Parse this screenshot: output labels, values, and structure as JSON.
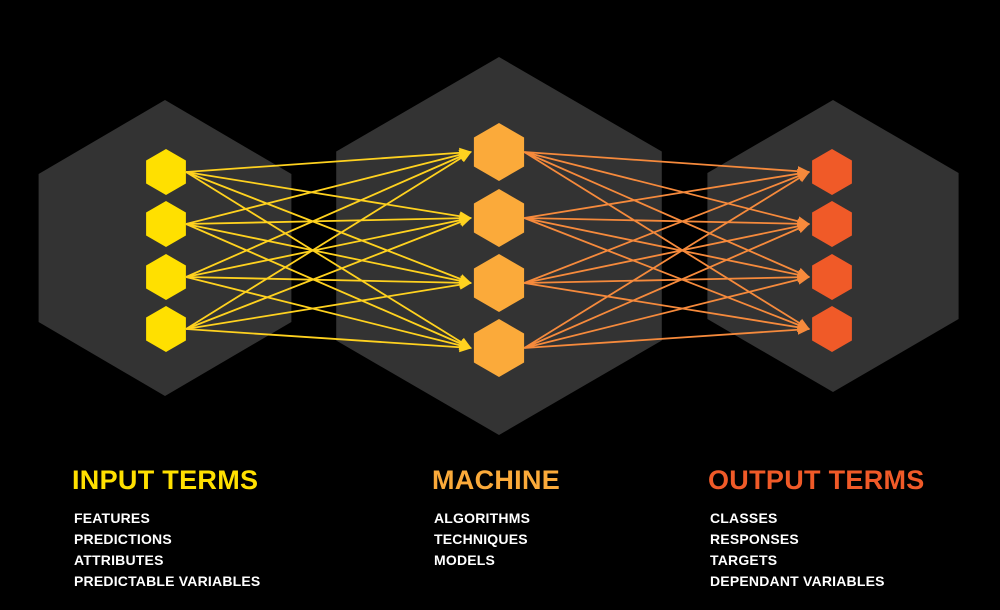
{
  "colors": {
    "background": "#000000",
    "panel": "#333333",
    "input": "#FFE000",
    "machine": "#FBAA3A",
    "output": "#F05A28",
    "edge_input": "#FFD21F",
    "edge_output": "#F68A3C"
  },
  "layers": [
    {
      "id": "input",
      "node_count": 4
    },
    {
      "id": "machine",
      "node_count": 4
    },
    {
      "id": "output",
      "node_count": 4
    }
  ],
  "columns": [
    {
      "id": "input",
      "title": "INPUT TERMS",
      "items": [
        "FEATURES",
        "PREDICTIONS",
        "ATTRIBUTES",
        "PREDICTABLE VARIABLES"
      ]
    },
    {
      "id": "machine",
      "title": "MACHINE",
      "items": [
        "ALGORITHMS",
        "TECHNIQUES",
        "MODELS"
      ]
    },
    {
      "id": "output",
      "title": "OUTPUT TERMS",
      "items": [
        "CLASSES",
        "RESPONSES",
        "TARGETS",
        "DEPENDANT VARIABLES"
      ]
    }
  ]
}
